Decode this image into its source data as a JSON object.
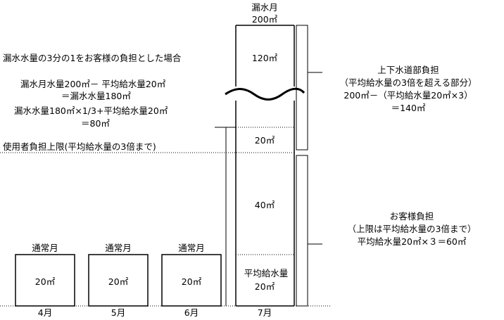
{
  "leak_title": "漏水月",
  "leak_total": "200㎡",
  "leak_top_amount": "120㎡",
  "leak_mid_amount": "20㎡",
  "leak_customer_amount": "40㎡",
  "leak_base_label": "平均給水量",
  "leak_base_amount": "20㎡",
  "normal_months": [
    {
      "label": "通常月",
      "amount": "20㎡",
      "month": "4月"
    },
    {
      "label": "通常月",
      "amount": "20㎡",
      "month": "5月"
    },
    {
      "label": "通常月",
      "amount": "20㎡",
      "month": "6月"
    }
  ],
  "leak_month": "7月",
  "explanation": {
    "heading": "漏水水量の3分の1をお客様の負担とした場合",
    "line1": "漏水月水量200㎡－ 平均給水量20㎡",
    "line2": "＝漏水水量180㎡",
    "line3": "漏水水量180㎡×1/3+平均給水量20㎡",
    "line4": "＝80㎡"
  },
  "cap_label": "使用者負担上限(平均給水量の3倍まで)",
  "utility_share": {
    "title": "上下水道部負担",
    "line1": "（平均給水量の3倍を超える部分）",
    "line2": "200㎡－（平均給水量20㎡×3）",
    "line3": "＝140㎡"
  },
  "customer_share": {
    "title": "お客様負担",
    "line1": "（上限は平均給水量の3倍まで）",
    "line2": "平均給水量20㎡×３＝60㎡"
  }
}
